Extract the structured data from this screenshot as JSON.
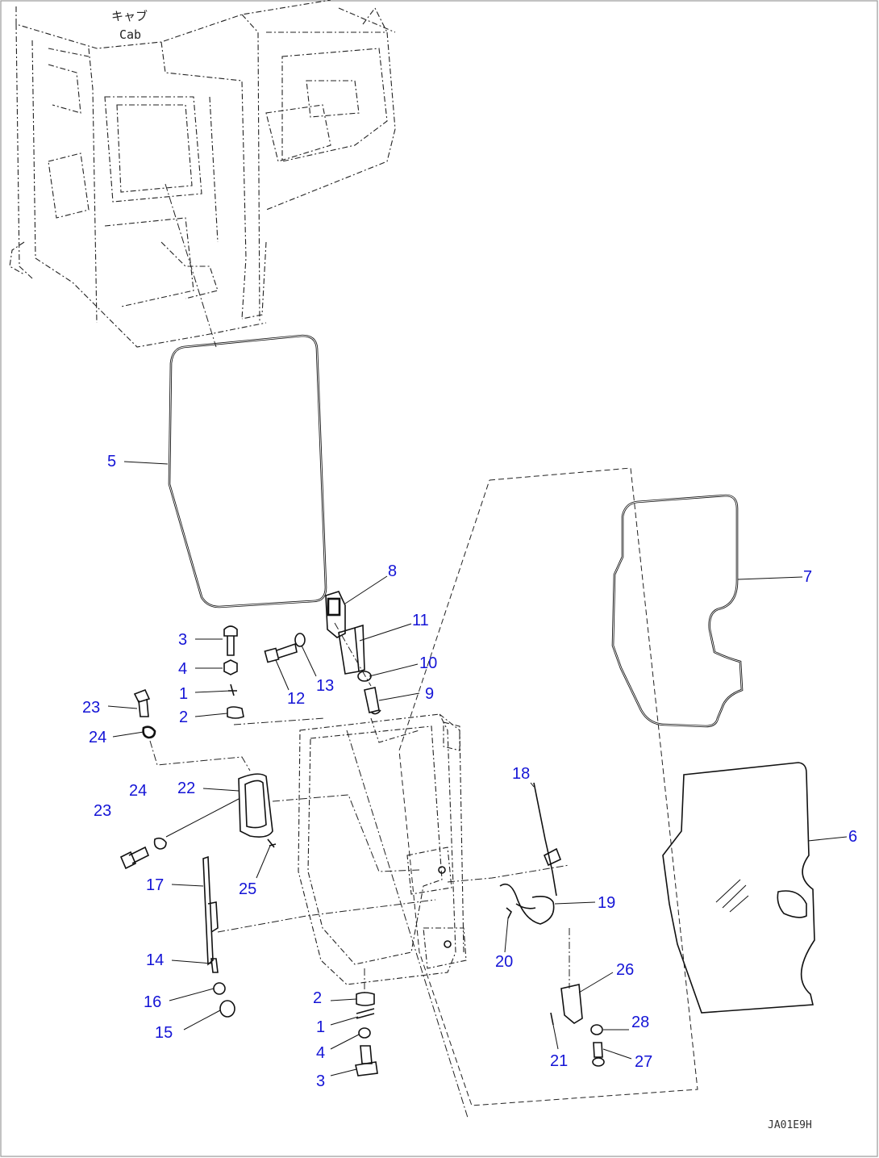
{
  "diagram": {
    "cab_label_jp": "キャブ",
    "cab_label_en": "Cab",
    "drawing_code": "JA01E9H",
    "callout_color": "#1414d6",
    "callouts": [
      {
        "id": "c5",
        "label": "5"
      },
      {
        "id": "c8",
        "label": "8"
      },
      {
        "id": "c7",
        "label": "7"
      },
      {
        "id": "c3a",
        "label": "3"
      },
      {
        "id": "c11",
        "label": "11"
      },
      {
        "id": "c4a",
        "label": "4"
      },
      {
        "id": "c10",
        "label": "10"
      },
      {
        "id": "c13",
        "label": "13"
      },
      {
        "id": "c1a",
        "label": "1"
      },
      {
        "id": "c12",
        "label": "12"
      },
      {
        "id": "c9",
        "label": "9"
      },
      {
        "id": "c23a",
        "label": "23"
      },
      {
        "id": "c2a",
        "label": "2"
      },
      {
        "id": "c24a",
        "label": "24"
      },
      {
        "id": "c18",
        "label": "18"
      },
      {
        "id": "c6",
        "label": "6"
      },
      {
        "id": "c22",
        "label": "22"
      },
      {
        "id": "c24b",
        "label": "24"
      },
      {
        "id": "c23b",
        "label": "23"
      },
      {
        "id": "c17",
        "label": "17"
      },
      {
        "id": "c25",
        "label": "25"
      },
      {
        "id": "c19",
        "label": "19"
      },
      {
        "id": "c14",
        "label": "14"
      },
      {
        "id": "c20",
        "label": "20"
      },
      {
        "id": "c26",
        "label": "26"
      },
      {
        "id": "c2b",
        "label": "2"
      },
      {
        "id": "c16",
        "label": "16"
      },
      {
        "id": "c28",
        "label": "28"
      },
      {
        "id": "c1b",
        "label": "1"
      },
      {
        "id": "c15",
        "label": "15"
      },
      {
        "id": "c4b",
        "label": "4"
      },
      {
        "id": "c21",
        "label": "21"
      },
      {
        "id": "c27",
        "label": "27"
      },
      {
        "id": "c3b",
        "label": "3"
      }
    ]
  }
}
